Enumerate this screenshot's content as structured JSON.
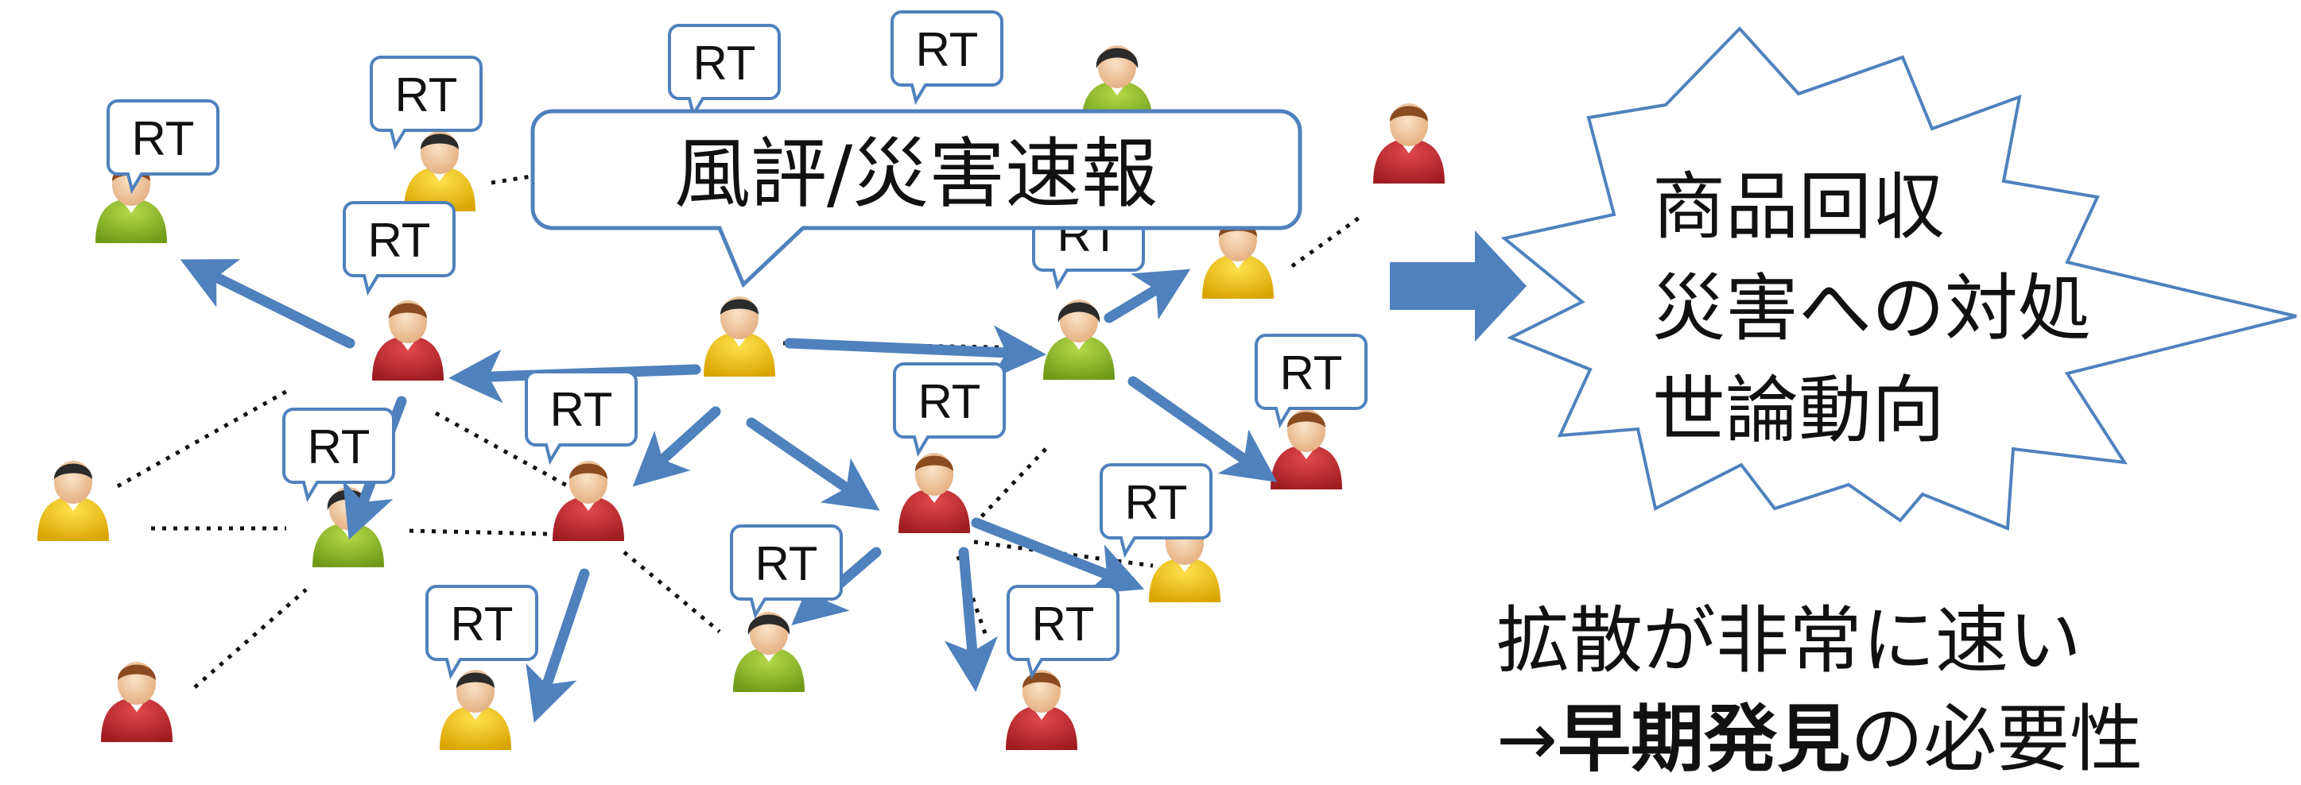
{
  "rt_label": "RT",
  "main_callout": "風評/災害速報",
  "burst": {
    "lines": [
      "商品回収",
      "災害への対処",
      "世論動向"
    ]
  },
  "bottom_text": {
    "line1": "拡散が非常に速い",
    "line2_arrow": "→",
    "line2_bold": "早期発見",
    "line2_rest": "の必要性"
  },
  "colors": {
    "arrow": "#4f81bd",
    "bubble_stroke": "#4f81bd",
    "burst_stroke": "#4f81bd",
    "person_red": "#c0272d",
    "person_yellow": "#f5c400",
    "person_green": "#8db82a",
    "skin": "#f2c9a0",
    "hair_brown": "#8a4b20",
    "hair_black": "#2b2b2b",
    "dots": "#111111"
  }
}
